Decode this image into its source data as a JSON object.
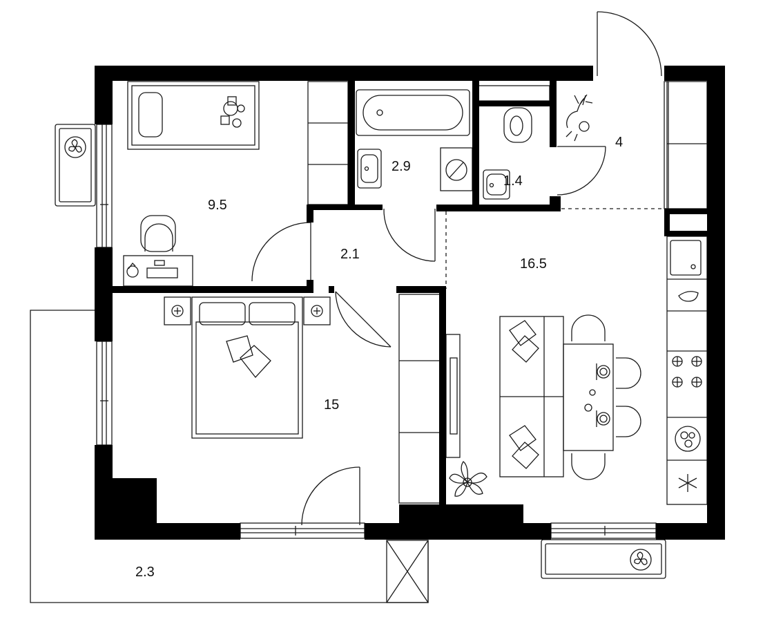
{
  "plan": {
    "wall_color": "#000000",
    "line_color": "#1a1a1a",
    "background": "#ffffff",
    "rooms": [
      {
        "id": "bedroom-small",
        "area": "9.5"
      },
      {
        "id": "bathroom",
        "area": "2.9"
      },
      {
        "id": "toilet",
        "area": "1.4"
      },
      {
        "id": "entrance-hall",
        "area": "4"
      },
      {
        "id": "corridor",
        "area": "2.1"
      },
      {
        "id": "kitchen-living",
        "area": "16.5"
      },
      {
        "id": "bedroom-main",
        "area": "15"
      },
      {
        "id": "balcony",
        "area": "2.3"
      }
    ]
  }
}
